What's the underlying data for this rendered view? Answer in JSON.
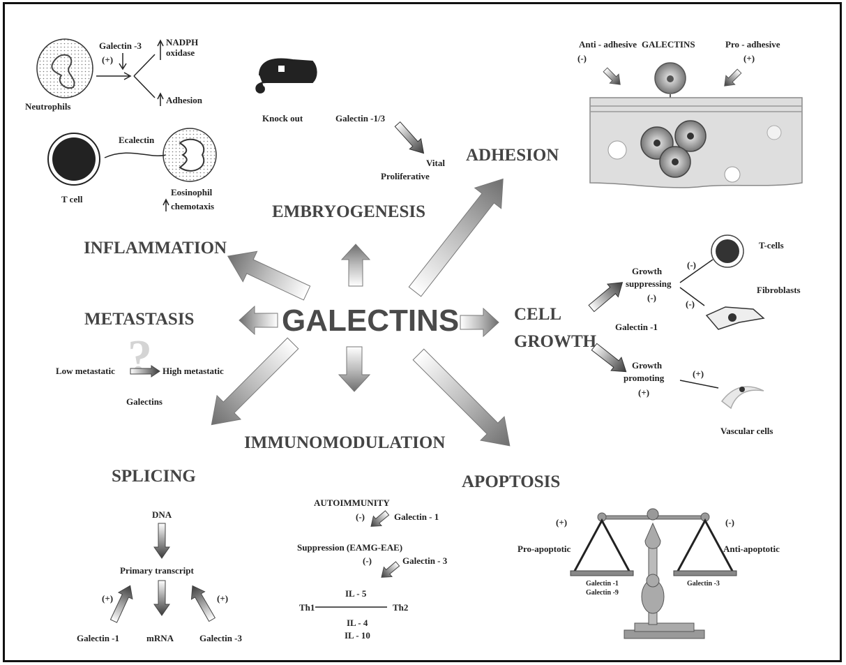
{
  "center": "GALECTINS",
  "topics": {
    "inflammation": "INFLAMMATION",
    "embryogenesis": "EMBRYOGENESIS",
    "adhesion": "ADHESION",
    "metastasis": "METASTASIS",
    "cell_growth_1": "CELL",
    "cell_growth_2": "GROWTH",
    "splicing": "SPLICING",
    "immunomodulation": "IMMUNOMODULATION",
    "apoptosis": "APOPTOSIS"
  },
  "inflammation": {
    "galectin3": "Galectin -3",
    "plus": "(+)",
    "nadph_1": "NADPH",
    "nadph_2": "oxidase",
    "adhesion": "Adhesion",
    "neutrophils": "Neutrophils",
    "ecalectin": "Ecalectin",
    "tcell": "T cell",
    "eosinophil": "Eosinophil",
    "chemotaxis": "chemotaxis"
  },
  "embryogenesis": {
    "knockout": "Knock out",
    "galectin13": "Galectin -1/3",
    "vital": "Vital",
    "proliferative": "Proliferative"
  },
  "adhesion": {
    "anti": "Anti - adhesive",
    "anti_sign": "(-)",
    "galectins": "GALECTINS",
    "pro": "Pro - adhesive",
    "pro_sign": "(+)"
  },
  "metastasis": {
    "question": "?",
    "low": "Low metastatic",
    "high": "High metastatic",
    "galectins": "Galectins"
  },
  "cell_growth": {
    "tcells": "T-cells",
    "minus_1": "(-)",
    "growth_supp_1": "Growth",
    "growth_supp_2": "suppressing",
    "minus_2": "(-)",
    "minus_3": "(-)",
    "fibroblasts": "Fibroblasts",
    "galectin1": "Galectin -1",
    "growth_prom_1": "Growth",
    "growth_prom_2": "promoting",
    "plus_1": "(+)",
    "plus_2": "(+)",
    "vascular": "Vascular cells"
  },
  "splicing": {
    "dna": "DNA",
    "primary": "Primary transcript",
    "plus_left": "(+)",
    "plus_right": "(+)",
    "gal1": "Galectin -1",
    "mrna": "mRNA",
    "gal3": "Galectin -3"
  },
  "immunomodulation": {
    "autoimmunity": "AUTOIMMUNITY",
    "minus_1": "(-)",
    "gal1": "Galectin - 1",
    "suppression": "Suppression (EAMG-EAE)",
    "minus_2": "(-)",
    "gal3": "Galectin - 3",
    "il5": "IL - 5",
    "th1": "Th1",
    "th2": "Th2",
    "il4": "IL - 4",
    "il10": "IL - 10"
  },
  "apoptosis": {
    "plus": "(+)",
    "minus": "(-)",
    "pro": "Pro-apoptotic",
    "anti": "Anti-apoptotic",
    "gal1": "Galectin -1",
    "gal9": "Galectin -9",
    "gal3": "Galectin -3"
  }
}
